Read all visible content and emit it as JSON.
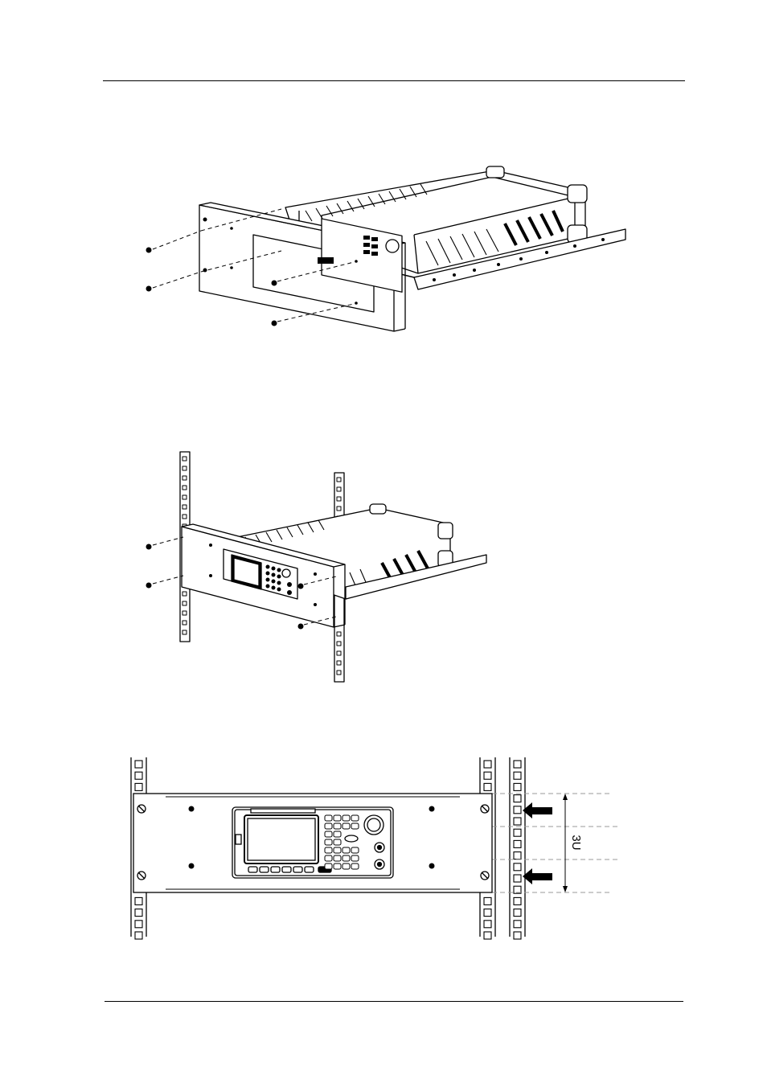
{
  "header": {
    "rule": true
  },
  "footer": {
    "rule": true
  },
  "figures": [
    {
      "id": "front-panel-assembly"
    },
    {
      "id": "rack-mounting"
    },
    {
      "id": "rack-front-view",
      "height_label": "3U"
    }
  ],
  "colors": {
    "line": "#000000",
    "panel": "#ffffff",
    "guide": "#999999"
  }
}
